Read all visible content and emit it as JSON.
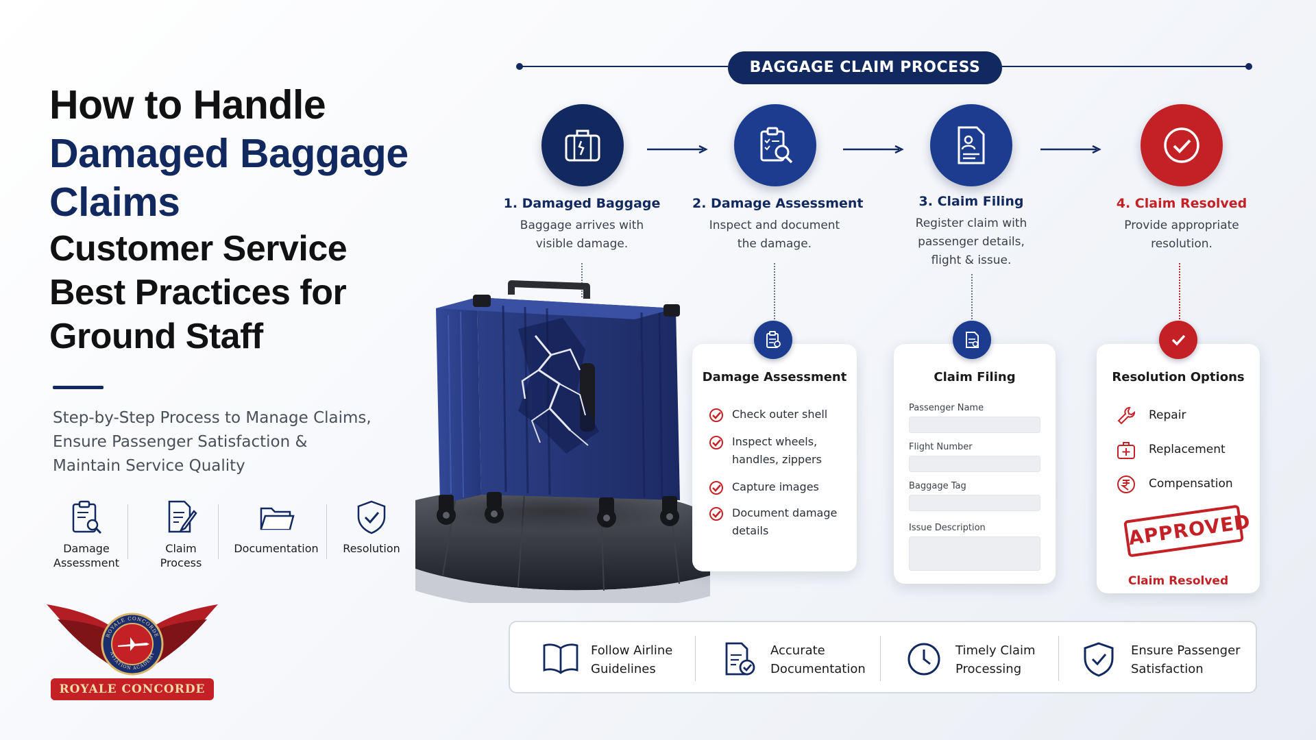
{
  "title": {
    "line1": "How to Handle",
    "line2": "Damaged Baggage",
    "line3": "Claims",
    "line4": "Customer Service",
    "line5": "Best Practices for",
    "line6": "Ground Staff"
  },
  "subtitle": {
    "line1": "Step-by-Step Process to Manage Claims,",
    "line2": "Ensure Passenger Satisfaction &",
    "line3": "Maintain Service Quality"
  },
  "mini_icons": [
    {
      "line1": "Damage",
      "line2": "Assessment",
      "icon": "clipboard-search-icon"
    },
    {
      "line1": "Claim",
      "line2": "Process",
      "icon": "document-pen-icon"
    },
    {
      "line1": "Documentation",
      "line2": "",
      "icon": "folder-icon"
    },
    {
      "line1": "Resolution",
      "line2": "",
      "icon": "shield-check-icon"
    }
  ],
  "logo": {
    "banner": "ROYALE CONCORDE",
    "ring_top": "ROYALE CONCORDE",
    "ring_bottom": "AVIATION ACADEMY"
  },
  "process_header": "BAGGAGE CLAIM PROCESS",
  "steps": [
    {
      "title": "1. Damaged Baggage",
      "desc": [
        "Baggage arrives with",
        "visible damage."
      ],
      "icon": "damaged-suitcase-icon",
      "color": "#12295f"
    },
    {
      "title": "2. Damage Assessment",
      "desc": [
        "Inspect and document",
        "the damage."
      ],
      "icon": "clipboard-magnifier-icon",
      "color": "#1c3d8f"
    },
    {
      "title": "3. Claim Filing",
      "desc": [
        "Register claim with",
        "passenger details,",
        "flight & issue."
      ],
      "icon": "claim-form-icon",
      "color": "#1c3d8f"
    },
    {
      "title": "4. Claim Resolved",
      "desc": [
        "Provide appropriate",
        "resolution."
      ],
      "icon": "check-circle-icon",
      "color": "#c42127"
    }
  ],
  "assessment_card": {
    "title": "Damage Assessment",
    "items": [
      {
        "lines": [
          "Check outer shell"
        ]
      },
      {
        "lines": [
          "Inspect wheels,",
          "handles, zippers"
        ]
      },
      {
        "lines": [
          "Capture images"
        ]
      },
      {
        "lines": [
          "Document damage",
          "details"
        ]
      }
    ]
  },
  "claim_card": {
    "title": "Claim Filing",
    "fields": [
      {
        "label": "Passenger Name"
      },
      {
        "label": "Flight Number"
      },
      {
        "label": "Baggage Tag"
      },
      {
        "label": "Issue Description"
      }
    ]
  },
  "resolution_card": {
    "title": "Resolution Options",
    "options": [
      {
        "label": "Repair",
        "icon": "wrench-icon"
      },
      {
        "label": "Replacement",
        "icon": "suitcase-plus-icon"
      },
      {
        "label": "Compensation",
        "icon": "rupee-coin-icon"
      }
    ],
    "stamp": "APPROVED",
    "footer": "Claim Resolved"
  },
  "bottom_bar": [
    {
      "lines": [
        "Follow Airline",
        "Guidelines"
      ],
      "icon": "open-book-icon"
    },
    {
      "lines": [
        "Accurate",
        "Documentation"
      ],
      "icon": "document-check-icon"
    },
    {
      "lines": [
        "Timely Claim",
        "Processing"
      ],
      "icon": "clock-icon"
    },
    {
      "lines": [
        "Ensure Passenger",
        "Satisfaction"
      ],
      "icon": "shield-check-icon"
    }
  ],
  "colors": {
    "navy": "#12295f",
    "blue": "#1c3d8f",
    "red": "#c42127",
    "text": "#1a1a1a",
    "muted": "#4a4f5a"
  }
}
